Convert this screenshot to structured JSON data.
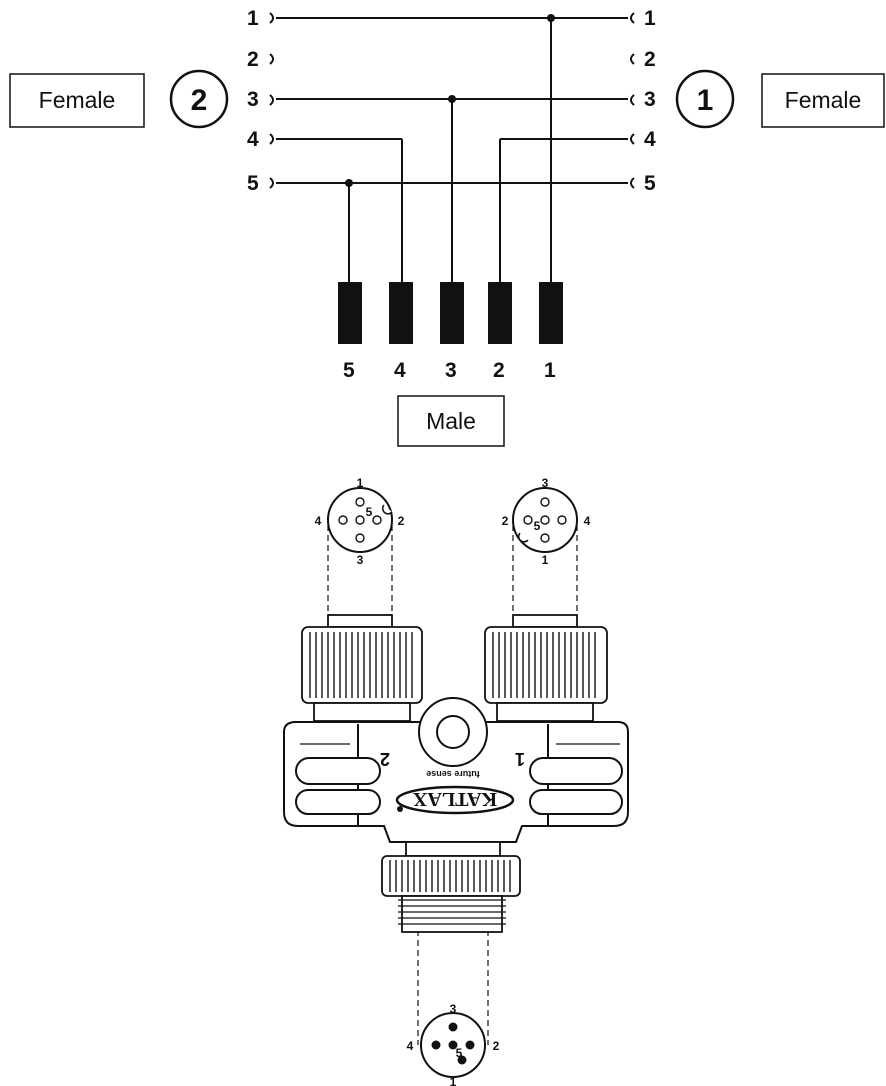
{
  "wiring": {
    "left_pins": [
      "1",
      "2",
      "3",
      "4",
      "5"
    ],
    "right_pins": [
      "1",
      "2",
      "3",
      "4",
      "5"
    ],
    "male_pins": [
      "5",
      "4",
      "3",
      "2",
      "1"
    ],
    "left_port_number": "2",
    "right_port_number": "1",
    "left_label": "Female",
    "right_label": "Female",
    "male_label": "Male"
  },
  "connector": {
    "left_face": {
      "top": "1",
      "left": "4",
      "center": "5",
      "right": "2",
      "bottom": "3"
    },
    "right_face": {
      "top": "3",
      "left": "2",
      "center": "5",
      "right": "4",
      "bottom": "1"
    },
    "bottom_face": {
      "top": "3",
      "left": "4",
      "center": "5",
      "right": "2",
      "bottom": "1"
    },
    "body_left_number": "2",
    "body_right_number": "1",
    "brand": "KATLAX",
    "tagline": "future sense"
  }
}
